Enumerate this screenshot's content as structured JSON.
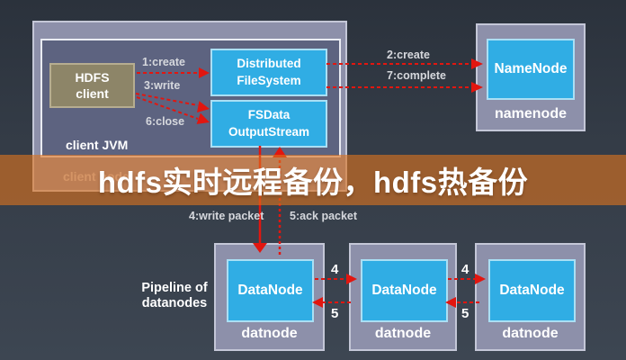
{
  "banner": {
    "title": "hdfs实时远程备份，hdfs热备份"
  },
  "client_node": {
    "node_label": "client node",
    "jvm_label": "client JVM",
    "hdfs_client": {
      "line1": "HDFS",
      "line2": "client"
    },
    "distributed_filesystem": {
      "line1": "Distributed",
      "line2": "FileSystem"
    },
    "fsdata_outputstream": {
      "line1": "FSData",
      "line2": "OutputStream"
    }
  },
  "namenode": {
    "box_label": "NameNode",
    "node_label": "namenode"
  },
  "pipeline": {
    "caption_line1": "Pipeline of",
    "caption_line2": "datanodes",
    "datanodes": [
      {
        "box_label": "DataNode",
        "node_label": "datnode"
      },
      {
        "box_label": "DataNode",
        "node_label": "datnode"
      },
      {
        "box_label": "DataNode",
        "node_label": "datnode"
      }
    ]
  },
  "flow_labels": {
    "create1": "1:create",
    "create2": "2:create",
    "write3": "3:write",
    "write_packet4": "4:write packet",
    "ack_packet5": "5:ack packet",
    "close6": "6:close",
    "complete7": "7:complete",
    "hop4_a": "4",
    "hop5_a": "5",
    "hop4_b": "4",
    "hop5_b": "5"
  },
  "colors": {
    "background_top": "#2b323c",
    "background_bottom": "#3d4652",
    "node_fill": "#8d90aa",
    "node_border": "#c4c7d7",
    "jvm_fill": "#5d6380",
    "process_cyan": "#30ade4",
    "hdfs_client_fill": "#8d8568",
    "arrow_red": "#e2160f",
    "banner_orange": "#db721e"
  }
}
